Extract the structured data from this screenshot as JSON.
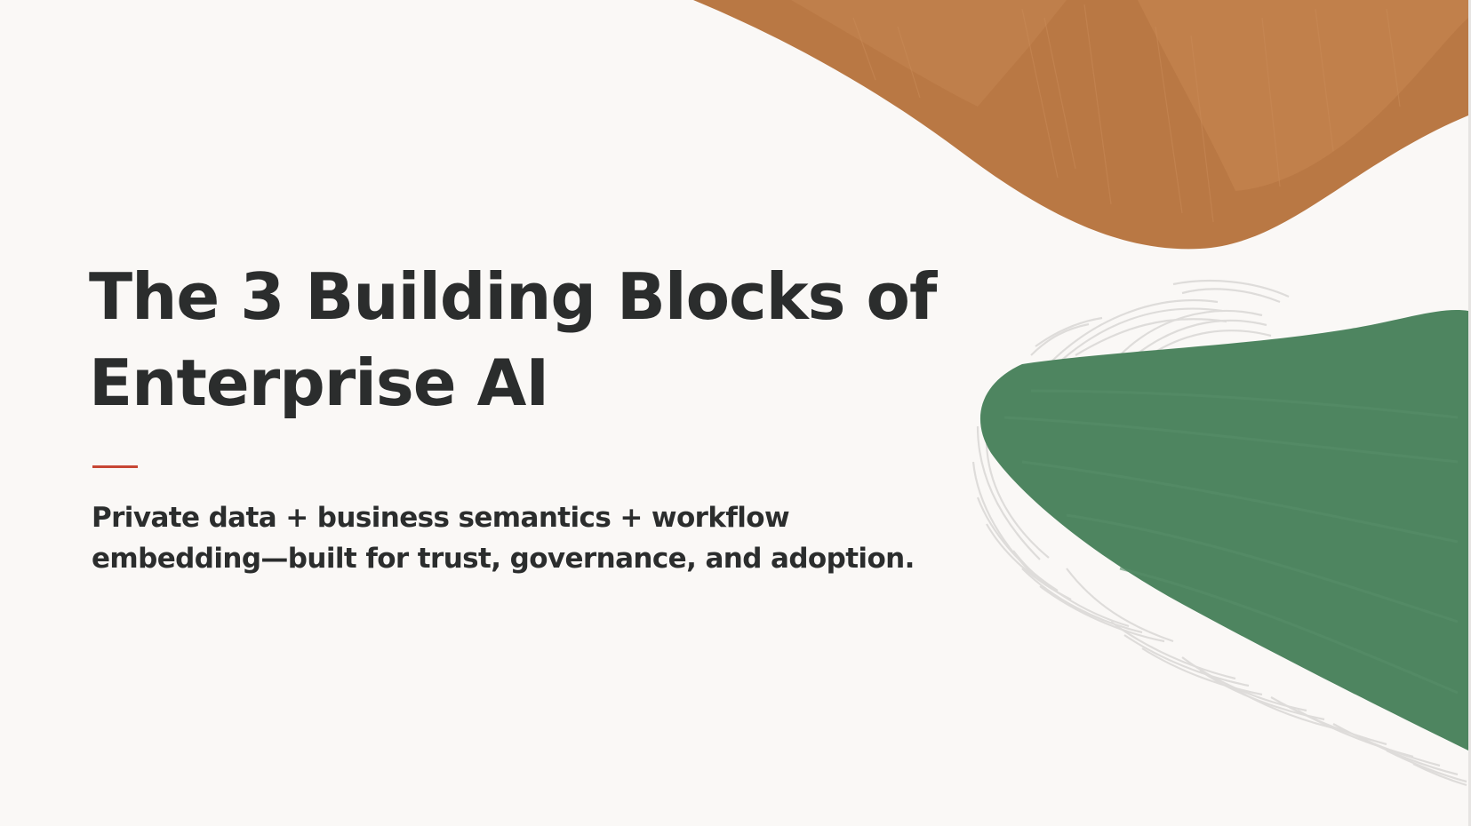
{
  "slide": {
    "title_line1": "The 3 Building Blocks of",
    "title_line2": "Enterprise AI",
    "subtitle_line1": "Private data + business semantics + workflow",
    "subtitle_line2": "embedding—built for trust, governance, and adoption."
  },
  "colors": {
    "background": "#faf8f6",
    "text": "#2b2d2d",
    "accent_line": "#c74634",
    "orange_shape": "#b97844",
    "orange_texture": "#c4834f",
    "green_shape": "#4e8560",
    "green_texture": "#548d66",
    "line_texture": "#dcdad8"
  }
}
